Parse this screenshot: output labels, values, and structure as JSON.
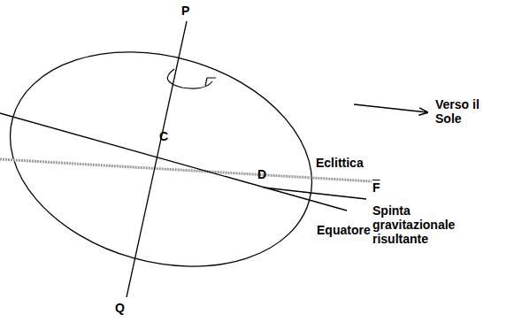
{
  "diagram": {
    "labels": [
      "P",
      "Q",
      "C",
      "D",
      "Eclittica",
      "Equatore",
      "Verso il Sole",
      "F",
      "Spinta gravitazionale risultante"
    ]
  }
}
